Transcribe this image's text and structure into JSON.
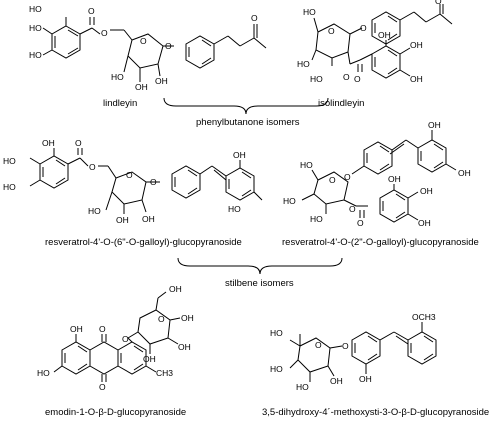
{
  "figure": {
    "captions": {
      "lindleyin": "lindleyin",
      "isolindleyin": "isolindleyin",
      "phenylbutanone_isomers": "phenylbutanone isomers",
      "resv_6_galloyl": "resveratrol-4'-O-(6\"-O-galloyl)-glucopyranoside",
      "resv_2_galloyl": "resveratrol-4'-O-(2\"-O-galloyl)-glucopyranoside",
      "stilbene_isomers": "stilbene isomers",
      "emodin": "emodin-1-O-β-D-glucopyranoside",
      "dihydroxy": "3,5-dihydroxy-4´-methoxysti-3-O-β-D-glucopyranoside"
    },
    "atoms": {
      "ho": "HO",
      "oh": "OH",
      "o": "O",
      "ch3": "CH3",
      "och3": "OCH3"
    }
  }
}
